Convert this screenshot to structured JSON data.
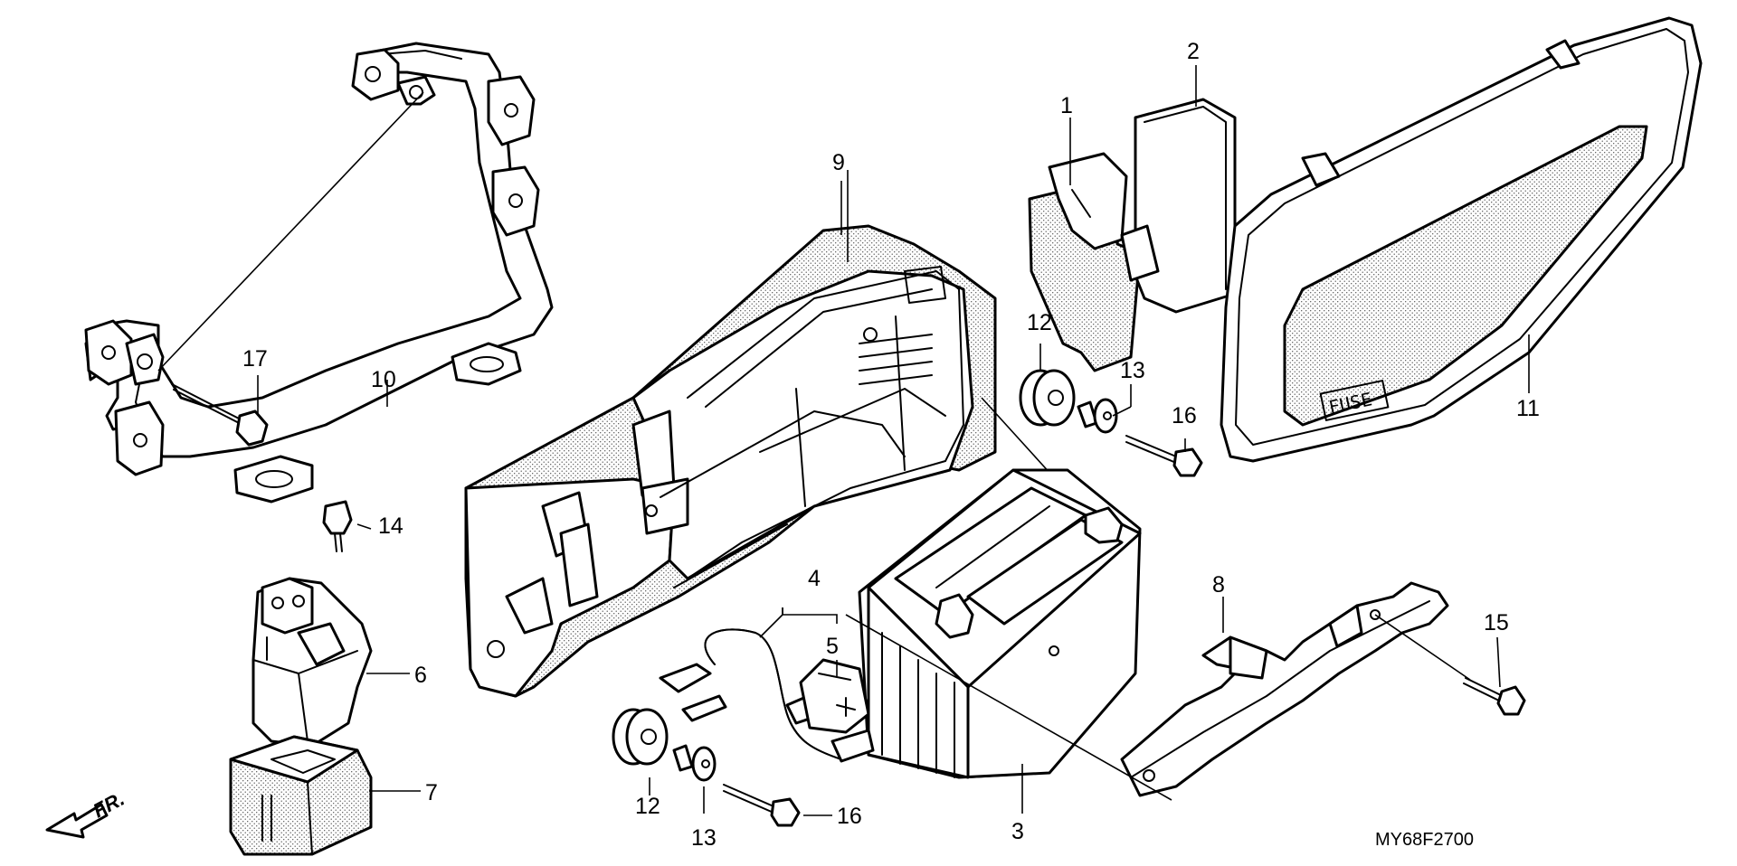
{
  "diagram": {
    "code": "MY68F2700",
    "fuse_label": "FUSE",
    "direction_label": "FR.",
    "callouts": [
      {
        "id": "c1",
        "label": "1"
      },
      {
        "id": "c2",
        "label": "2"
      },
      {
        "id": "c3",
        "label": "3"
      },
      {
        "id": "c4",
        "label": "4"
      },
      {
        "id": "c5",
        "label": "5"
      },
      {
        "id": "c6",
        "label": "6"
      },
      {
        "id": "c7",
        "label": "7"
      },
      {
        "id": "c8",
        "label": "8"
      },
      {
        "id": "c9",
        "label": "9"
      },
      {
        "id": "c10",
        "label": "10"
      },
      {
        "id": "c11",
        "label": "11"
      },
      {
        "id": "c12a",
        "label": "12"
      },
      {
        "id": "c12b",
        "label": "12"
      },
      {
        "id": "c13a",
        "label": "13"
      },
      {
        "id": "c13b",
        "label": "13"
      },
      {
        "id": "c14",
        "label": "14"
      },
      {
        "id": "c15",
        "label": "15"
      },
      {
        "id": "c16a",
        "label": "16"
      },
      {
        "id": "c16b",
        "label": "16"
      },
      {
        "id": "c17",
        "label": "17"
      }
    ]
  }
}
